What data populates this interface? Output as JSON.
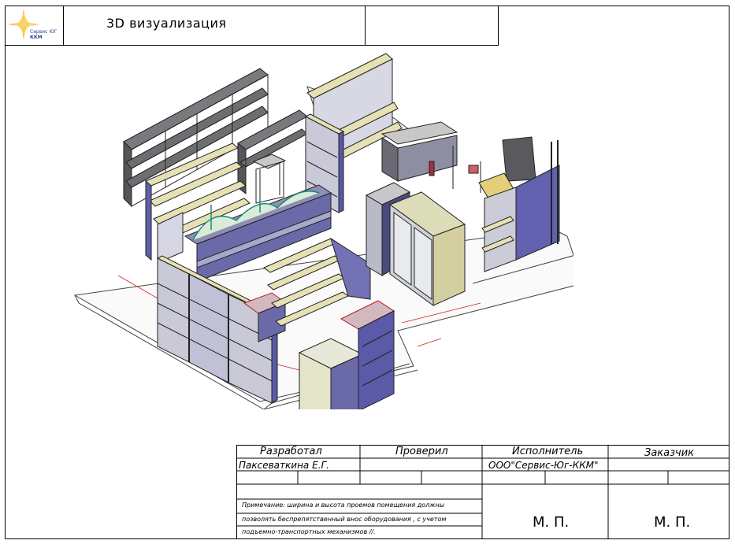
{
  "header": {
    "logo_line1": "Сервис ЮГ",
    "logo_line2": "ККМ",
    "title": "3D визуализация"
  },
  "stamp": {
    "col_developed": "Разработал",
    "col_checked": "Проверил",
    "col_executor": "Исполнитель",
    "col_customer": "Заказчик",
    "developer_name": "Паксеваткина Е.Г.",
    "executor_name": "ООО\"Сервис-Юг-ККМ\"",
    "note_line1": "Примечание: ширина и высота проемов помещения должны",
    "note_line2": "позволять беспрепятственный внос оборудования , с учетом",
    "note_line3": "подъемно-транспортных механизмов //.",
    "seal_executor": "М. П.",
    "seal_customer": "М. П."
  },
  "colors": {
    "shelf_face": "#e6e1b4",
    "panel_blue": "#4c4c9c",
    "panel_light": "#d2d2de",
    "dark_rack": "#6e6e72",
    "floor": "#f4f4f4",
    "logo_star": "#f0b530",
    "logo_text": "#2a4a8c"
  }
}
